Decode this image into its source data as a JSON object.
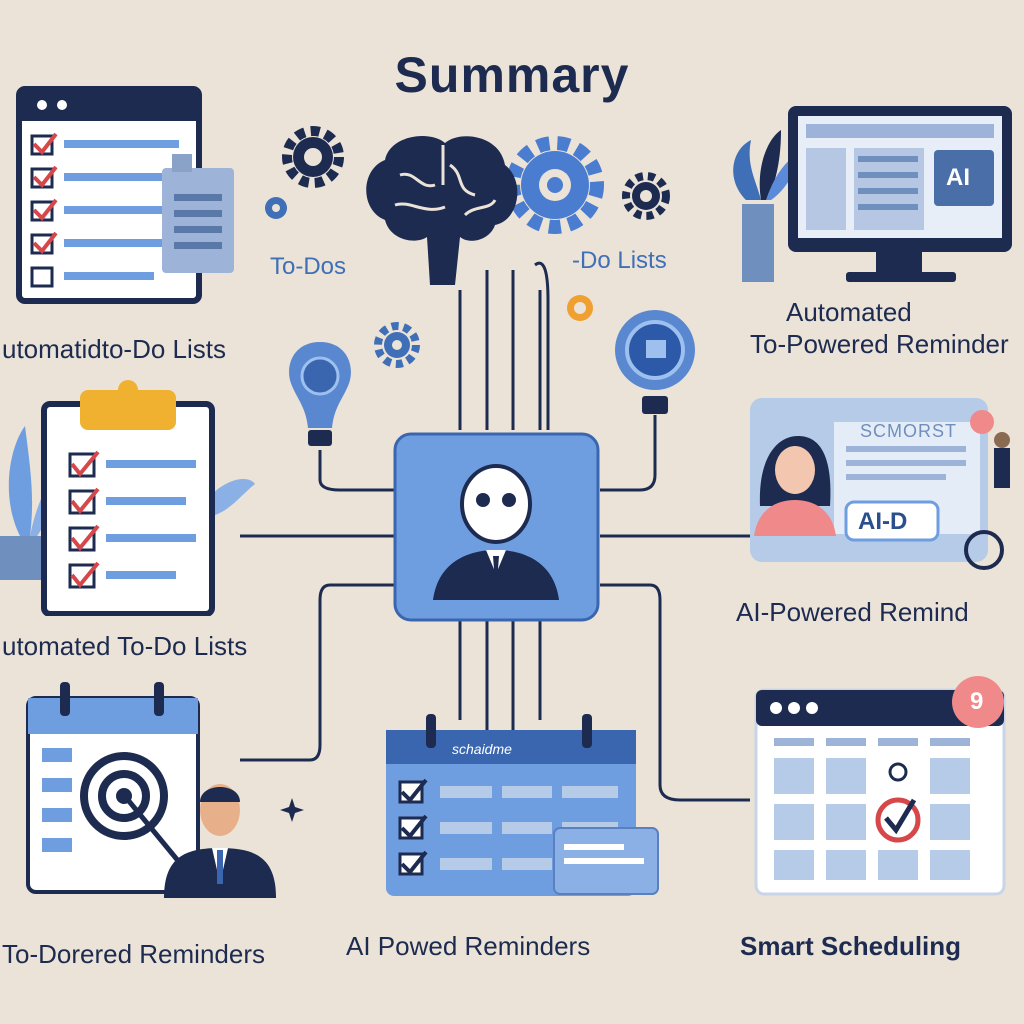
{
  "title": "Summary",
  "labels": {
    "left_top_caption": "utomatidto-Do Lists",
    "left_mid_caption": "utomated To-Do Lists",
    "left_bottom_caption": "To-Dorered Reminders",
    "center_bottom_caption": "AI Powed Reminders",
    "right_bottom_caption": "Smart Scheduling",
    "right_top_caption_1": "Automated",
    "right_top_caption_2": "To-Powered Reminder",
    "right_mid_caption": "AI-Powered Remind",
    "to_dos": "To-Dos",
    "do_lists": "-Do Lists"
  },
  "monitor": {
    "badge": "AI"
  },
  "profile_card": {
    "heading": "SCMORST",
    "badge": "AI-D"
  },
  "planner": {
    "heading": "schaidme"
  },
  "calendar": {
    "notification": "9"
  },
  "colors": {
    "background": "#ece3d8",
    "navy": "#1c2b4f",
    "accent_blue": "#6f9ee0",
    "red_check": "#d6474a",
    "orange": "#f0a030"
  }
}
